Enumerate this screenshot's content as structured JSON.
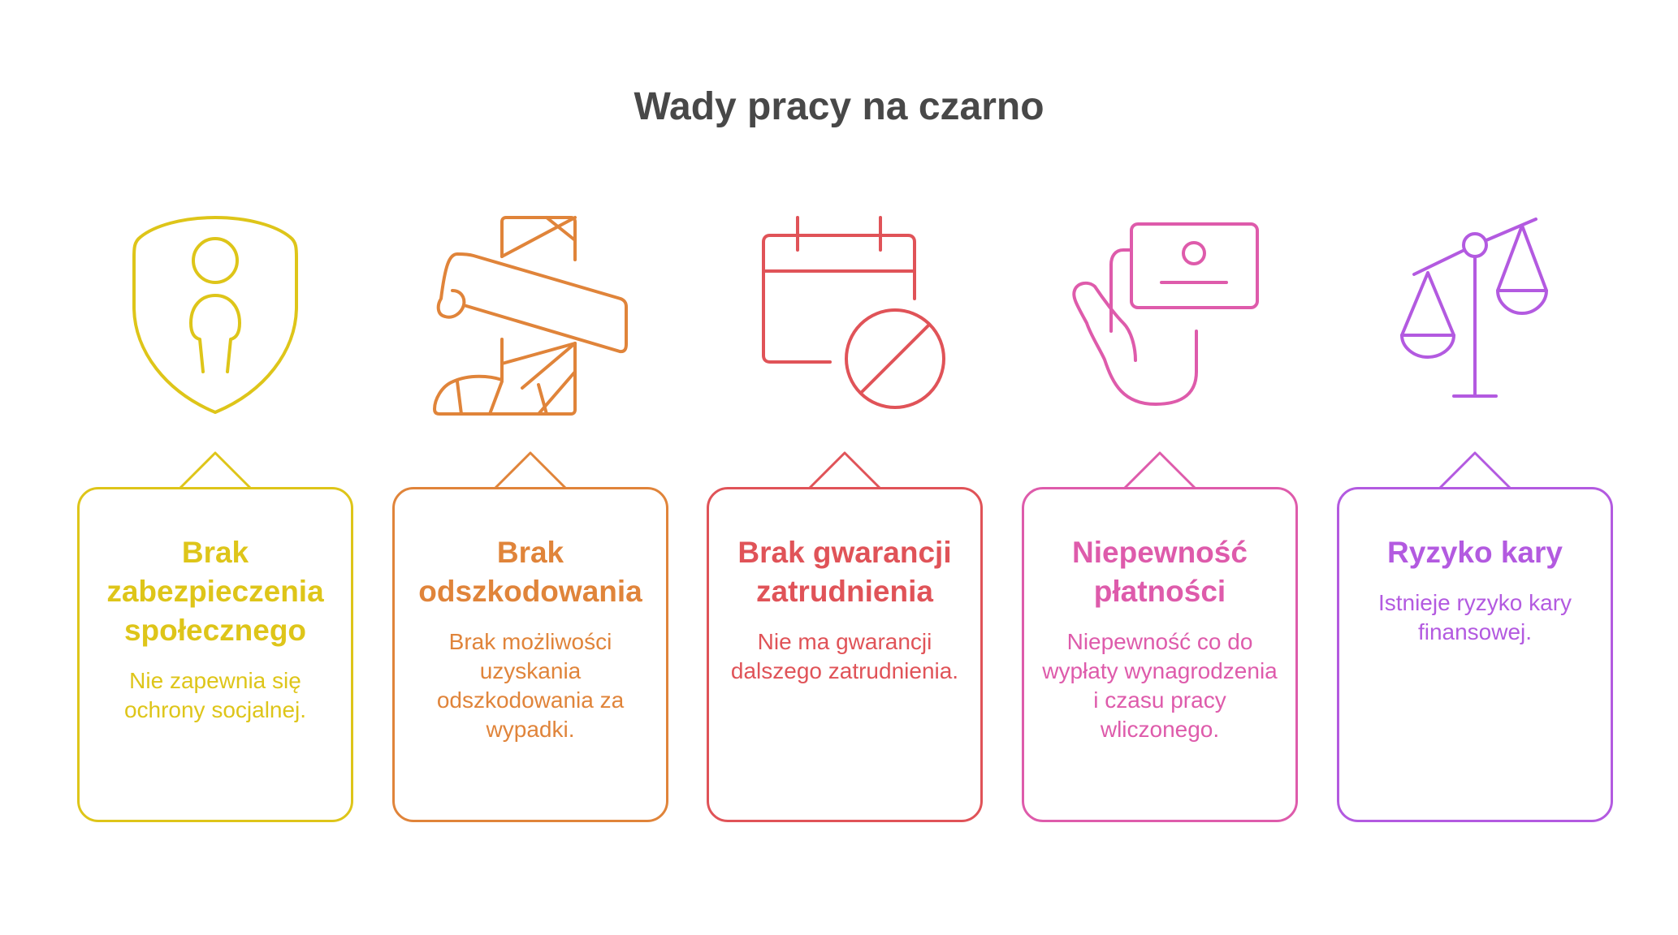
{
  "title": "Wady pracy na czarno",
  "items": [
    {
      "icon": "shield-person-icon",
      "color": "#dec519",
      "title": "Brak zabezpieczenia społecznego",
      "description": "Nie zapewnia się ochrony socjalnej."
    },
    {
      "icon": "bandaged-leg-icon",
      "color": "#e0843a",
      "title": "Brak odszkodowania",
      "description": "Brak możliwości uzyskania odszkodowania za wypadki."
    },
    {
      "icon": "calendar-cancel-icon",
      "color": "#e05358",
      "title": "Brak gwarancji zatrudnienia",
      "description": "Nie ma gwarancji dalszego zatrudnienia."
    },
    {
      "icon": "hand-holding-card-icon",
      "color": "#de5bab",
      "title": "Niepewność płatności",
      "description": "Niepewność co do wypłaty wynagrodzenia i czasu pracy wliczonego."
    },
    {
      "icon": "balance-scale-icon",
      "color": "#b35ae0",
      "title": "Ryzyko kary",
      "description": "Istnieje ryzyko kary finansowej."
    }
  ]
}
